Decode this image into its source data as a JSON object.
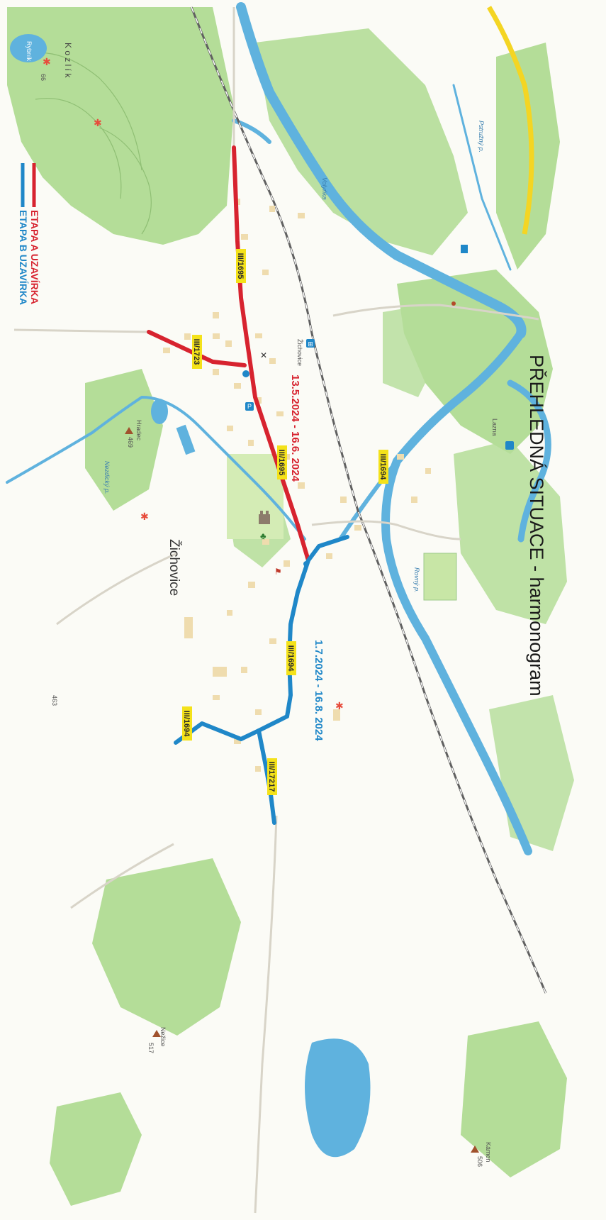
{
  "title": "PŘEHLEDNÁ SITUACE - harmonogram",
  "town": "Žichovice",
  "colors": {
    "stage_a": "#d7232f",
    "stage_b": "#1f87c8",
    "water": "#5fb2de",
    "forest": "#b4dd98",
    "road_label": "#f4e21a",
    "main_road": "#f4d523"
  },
  "legend": {
    "stage_a": "ETAPA A UZAVÍRKA",
    "stage_b": "ETAPA B UZAVÍRKA"
  },
  "stages": {
    "a_dates": "13.5.2024 - 16.6. 2024",
    "b_dates": "1.7.2024 - 16.8. 2024"
  },
  "road_labels": {
    "r1": "III/1695",
    "r2": "III/1723",
    "r3": "III/1695",
    "r4": "III/1694",
    "r5": "III/1694",
    "r6": "III/1694",
    "r7": "III/17217"
  },
  "places": {
    "lazne": "Lazna",
    "zichovice_station": "Žichovice",
    "hradec": "Hradec",
    "hradec_elev": "469",
    "elev_463": "463",
    "nezice": "Nežice",
    "nezice_elev": "517",
    "kozlik": "K o z l í k",
    "kozlik_elev": "66",
    "krasna_pond": "Rybník",
    "kamen": "Kámen",
    "kamen_elev": "506",
    "stream1": "Nezdický p.",
    "stream2": "Rovný p.",
    "stream3": "Volyňka",
    "stream4": "Pstružný p."
  },
  "icons": {
    "train": "train-station-icon",
    "parking": "parking-icon",
    "castle": "castle-icon",
    "church": "church-icon",
    "peak": "peak-icon",
    "viewpoint": "viewpoint-icon"
  }
}
